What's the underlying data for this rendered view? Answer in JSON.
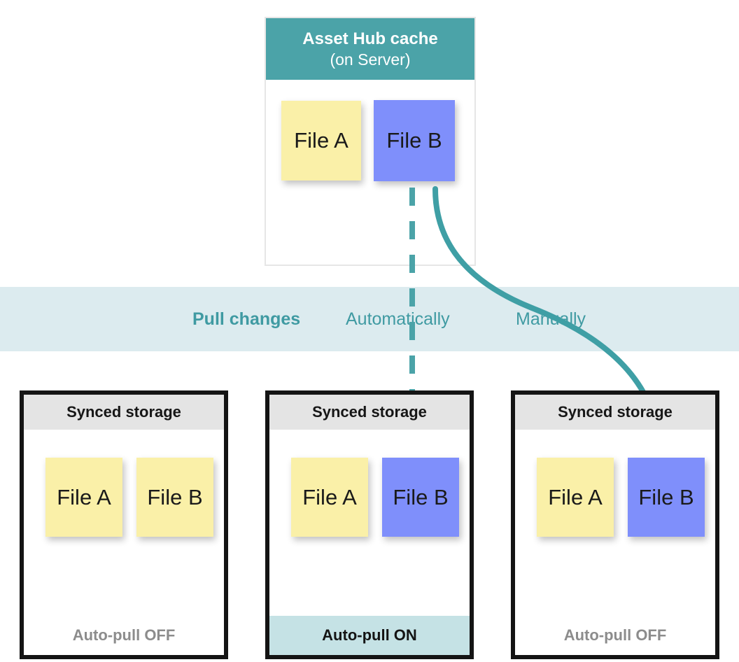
{
  "diagram": {
    "title": "Asset Hub cache pull-changes diagram",
    "colors": {
      "teal": "#4BA3A8",
      "teal_band": "#DCEBEF",
      "teal_footer": "#C5E2E5",
      "note_yellow": "#FAF0A8",
      "note_blue": "#7F8FFB",
      "header_gray": "#E4E4E4",
      "box_border": "#141414",
      "label_gray": "#8C8C8C"
    }
  },
  "cache": {
    "title": "Asset Hub cache",
    "subtitle": "(on Server)",
    "notes": [
      {
        "label": "File A",
        "color": "yellow"
      },
      {
        "label": "File B",
        "color": "blue"
      }
    ]
  },
  "band": {
    "label": "Pull changes",
    "automatic_label": "Automatically",
    "manual_label": "Manually"
  },
  "arrows": [
    {
      "name": "automatic-pull-arrow",
      "style": "dashed",
      "from": "cache File B",
      "to": "middle box File B"
    },
    {
      "name": "manual-pull-arrow",
      "style": "solid-curved",
      "from": "cache File B",
      "to": "right box File B"
    }
  ],
  "storages": [
    {
      "header": "Synced storage",
      "footer": "Auto-pull OFF",
      "auto_pull": "OFF",
      "notes": [
        {
          "label": "File A",
          "color": "yellow"
        },
        {
          "label": "File B",
          "color": "yellow"
        }
      ]
    },
    {
      "header": "Synced storage",
      "footer": "Auto-pull ON",
      "auto_pull": "ON",
      "notes": [
        {
          "label": "File A",
          "color": "yellow"
        },
        {
          "label": "File B",
          "color": "blue"
        }
      ]
    },
    {
      "header": "Synced storage",
      "footer": "Auto-pull OFF",
      "auto_pull": "OFF",
      "notes": [
        {
          "label": "File A",
          "color": "yellow"
        },
        {
          "label": "File B",
          "color": "blue"
        }
      ]
    }
  ]
}
